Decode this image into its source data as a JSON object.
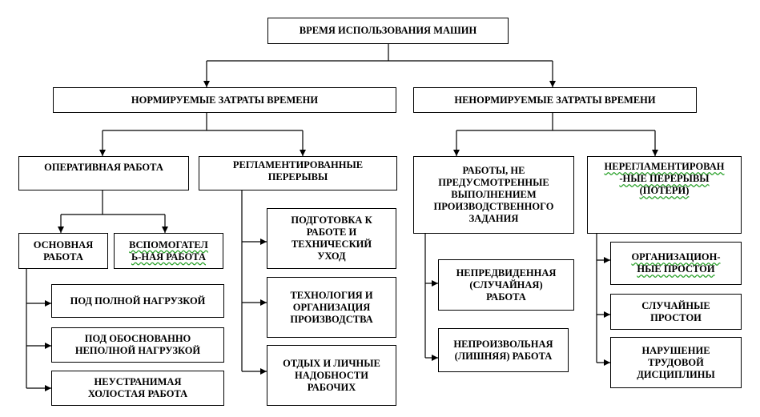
{
  "root": "ВРЕМЯ ИСПОЛЬЗОВАНИЯ  МАШИН",
  "normed": {
    "title": "НОРМИРУЕМЫЕ ЗАТРАТЫ ВРЕМЕНИ",
    "operative": {
      "title": "ОПЕРАТИВНАЯ  РАБОТА",
      "main": "ОСНОВНАЯ\nРАБОТА",
      "aux": "ВСПОМОГАТЕЛ\nЬ-НАЯ РАБОТА",
      "items": [
        "ПОД ПОЛНОЙ НАГРУЗКОЙ",
        "ПОД ОБОСНОВАННО\nНЕПОЛНОЙ НАГРУЗКОЙ",
        "НЕУСТРАНИМАЯ\nХОЛОСТАЯ РАБОТА"
      ]
    },
    "regulated": {
      "title": "РЕГЛАМЕНТИРОВАННЫЕ\nПЕРЕРЫВЫ",
      "items": [
        "ПОДГОТОВКА К\nРАБОТЕ И\nТЕХНИЧЕСКИЙ\nУХОД",
        "ТЕХНОЛОГИЯ И\nОРГАНИЗАЦИЯ\nПРОИЗВОДСТВА",
        "ОТДЫХ И ЛИЧНЫЕ\nНАДОБНОСТИ\nРАБОЧИХ"
      ]
    }
  },
  "unnormed": {
    "title": "НЕНОРМИРУЕМЫЕ  ЗАТРАТЫ  ВРЕМЕНИ",
    "unplanned": {
      "title": "РАБОТЫ, НЕ\nПРЕДУСМОТРЕННЫЕ\nВЫПОЛНЕНИЕМ\nПРОИЗВОДСТВЕННОГО\nЗАДАНИЯ",
      "items": [
        "НЕПРЕДВИДЕННАЯ\n(СЛУЧАЙНАЯ)\nРАБОТА",
        "НЕПРОИЗВОЛЬНАЯ\n(ЛИШНЯЯ)  РАБОТА"
      ]
    },
    "unregulated": {
      "title": "НЕРЕГЛАМЕНТИРОВАН\n-НЫЕ ПЕРЕРЫВЫ\n(ПОТЕРИ)",
      "items": [
        "ОРГАНИЗАЦИОН-\nНЫЕ ПРОСТОИ",
        "СЛУЧАЙНЫЕ\nПРОСТОИ",
        "НАРУШЕНИЕ\nТРУДОВОЙ\nДИСЦИПЛИНЫ"
      ]
    }
  }
}
